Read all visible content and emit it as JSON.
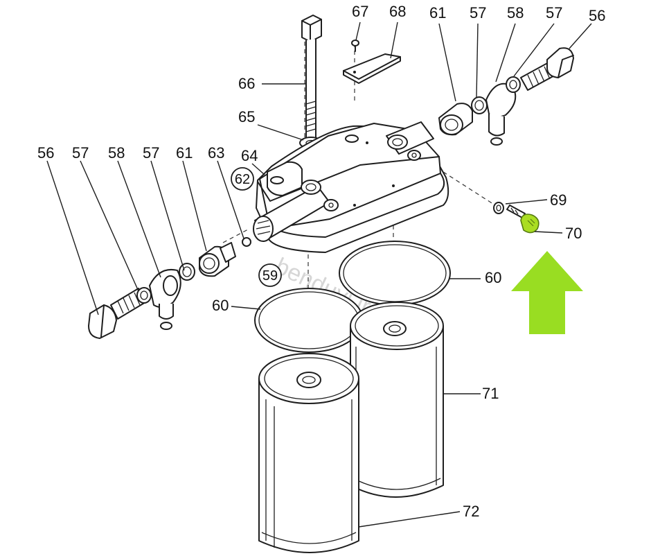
{
  "watermark": "benduyi.ir",
  "callouts": {
    "top_left": [
      "56",
      "57",
      "58",
      "57",
      "61",
      "63",
      "64"
    ],
    "top_right": [
      "67",
      "68",
      "61",
      "57",
      "58",
      "57",
      "56"
    ],
    "p66": "66",
    "p65": "65",
    "p62": "62",
    "p59": "59",
    "p60a": "60",
    "p60b": "60",
    "p69": "69",
    "p70": "70",
    "p71": "71",
    "p72": "72"
  },
  "highlight": {
    "part": "70",
    "arrow_color": "#99dd22",
    "part_color": "#aadd22"
  }
}
